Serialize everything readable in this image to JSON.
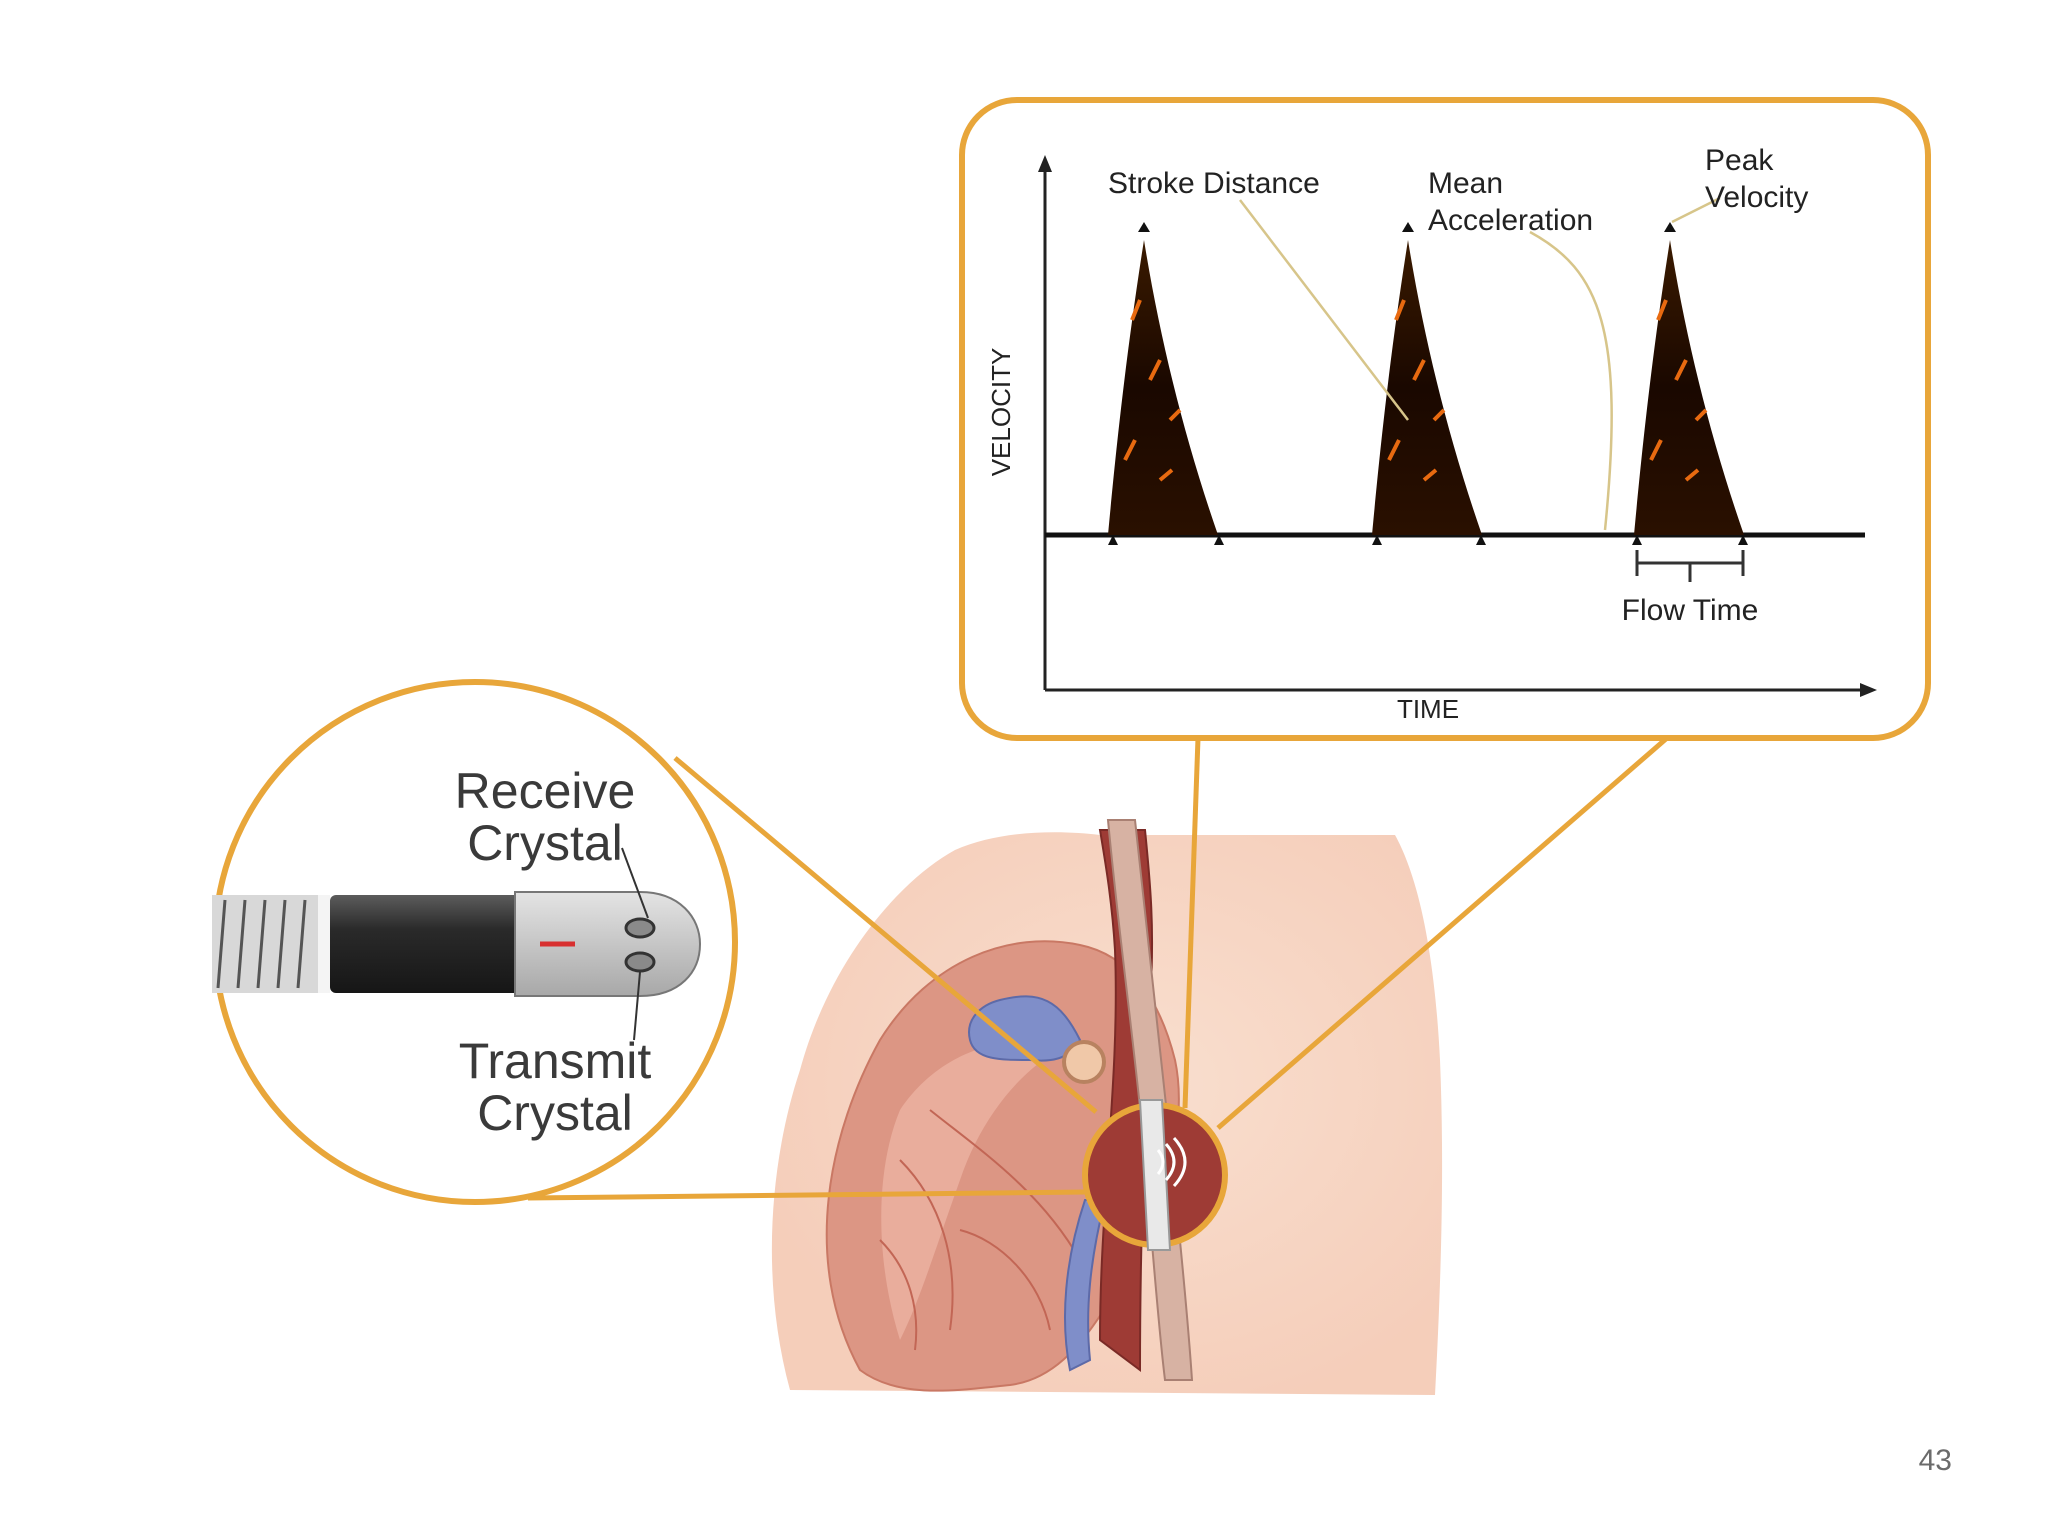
{
  "probe": {
    "receive_label_line1": "Receive",
    "receive_label_line2": "Crystal",
    "transmit_label_line1": "Transmit",
    "transmit_label_line2": "Crystal"
  },
  "waveform": {
    "y_axis_label": "VELOCITY",
    "x_axis_label": "TIME",
    "stroke_distance_label": "Stroke Distance",
    "mean_label_line1": "Mean",
    "mean_label_line2": "Acceleration",
    "peak_label_line1": "Peak",
    "peak_label_line2": "Velocity",
    "flow_time_label": "Flow Time"
  },
  "colors": {
    "accent": "#e8a63a",
    "heart": "#d98b79",
    "skin": "#f6d2c0"
  },
  "page_number": "43"
}
